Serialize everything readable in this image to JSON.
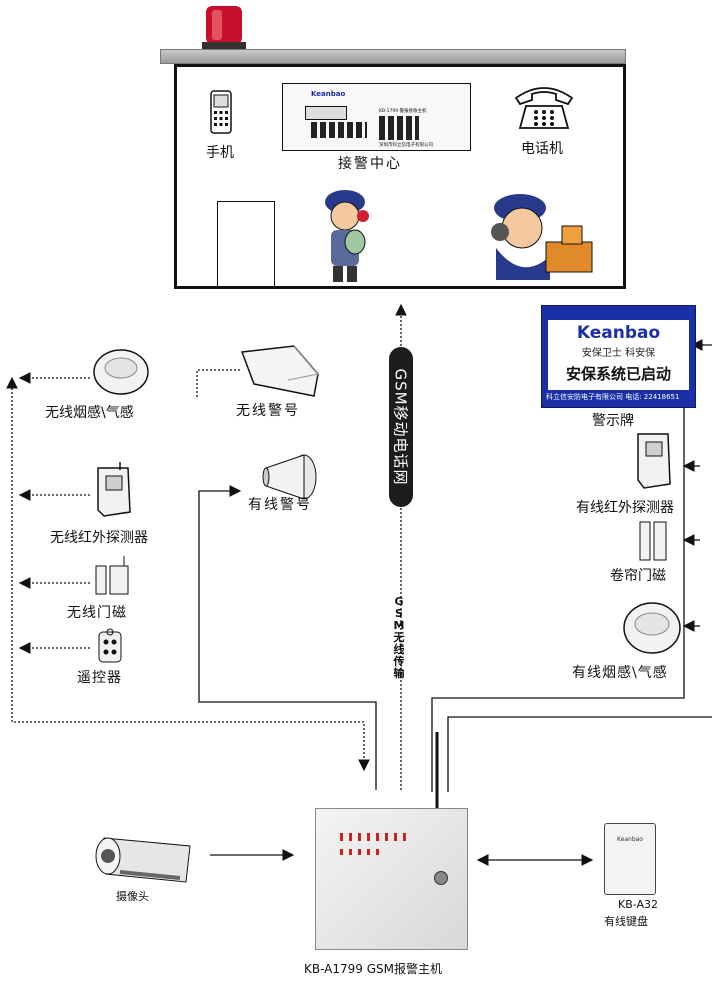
{
  "center": {
    "mobile_label": "手机",
    "console_label": "接警中心",
    "console_brand": "Keanbao",
    "console_model": "KB-1799 警报接收主机",
    "console_company": "深圳市科立信电子有限公司",
    "telephone_label": "电话机"
  },
  "network": {
    "gsm_label": "GSM移动电话网",
    "wireless_label": "GSM无线传输"
  },
  "wireless_devices": {
    "smoke_label": "无线烟感\\气感",
    "pir_label": "无线红外探测器",
    "door_label": "无线门磁",
    "remote_label": "遥控器"
  },
  "sirens": {
    "wireless_label": "无线警号",
    "wired_label": "有线警号"
  },
  "sign": {
    "brand": "Keanbao",
    "tagline": "安保卫士  科安保",
    "main_text": "安保系统已启动",
    "footer": "科立信安防电子有限公司    电话: 22418651",
    "caption": "警示牌"
  },
  "wired_devices": {
    "pir_label": "有线红外探测器",
    "shutter_label": "卷帘门磁",
    "smoke_label": "有线烟感\\气感"
  },
  "host": {
    "caption": "KB-A1799   GSM报警主机",
    "camera_label": "摄像头",
    "keypad_model": "KB-A32",
    "keypad_label": "有线键盘",
    "keypad_brand": "Keanbao"
  },
  "colors": {
    "line": "#111111",
    "alarm_light": "#c8102e",
    "sign_blue": "#1a2fa8",
    "panel_led": "#d0201a"
  }
}
